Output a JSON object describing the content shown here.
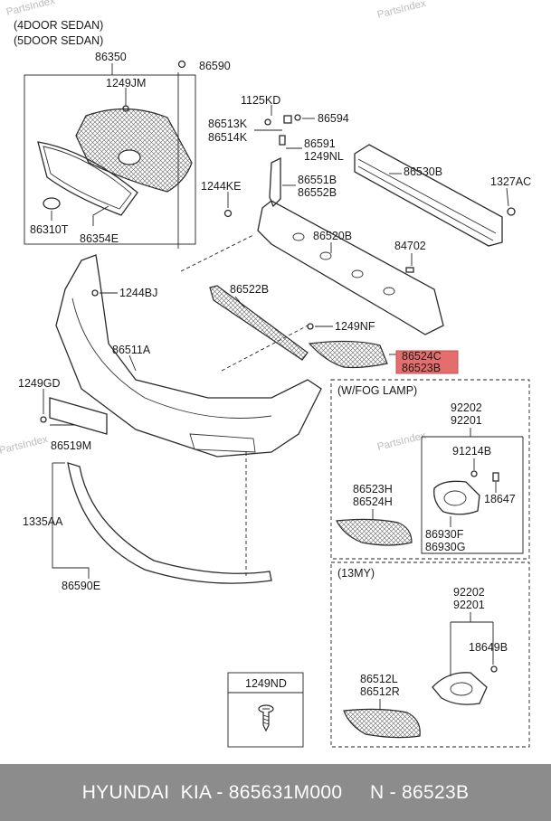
{
  "header": {
    "variant_line1": "(4DOOR SEDAN)",
    "variant_line2": "(5DOOR SEDAN)"
  },
  "watermark": "PartsIndex",
  "labels": {
    "p86350": "86350",
    "p86590": "86590",
    "p1249JM": "1249JM",
    "p1125KD": "1125KD",
    "p86513K": "86513K",
    "p86514K": "86514K",
    "p86594": "86594",
    "p86591": "86591",
    "p1249NL": "1249NL",
    "p86530B": "86530B",
    "p1327AC": "1327AC",
    "p1244KE": "1244KE",
    "p86551B": "86551B",
    "p86552B": "86552B",
    "p86310T": "86310T",
    "p86354E": "86354E",
    "p86520B": "86520B",
    "p84702": "84702",
    "p1244BJ": "1244BJ",
    "p86522B": "86522B",
    "p1249NF": "1249NF",
    "p86511A": "86511A",
    "p86524C": "86524C",
    "p86523B": "86523B",
    "p1249GD": "1249GD",
    "p86519M": "86519M",
    "p1335AA": "1335AA",
    "p86590E": "86590E"
  },
  "fog_lamp_box": {
    "title": "(W/FOG LAMP)",
    "p92202": "92202",
    "p92201": "92201",
    "p91214B": "91214B",
    "p18647": "18647",
    "p86523H": "86523H",
    "p86524H": "86524H",
    "p86930F": "86930F",
    "p86930G": "86930G"
  },
  "my13_box": {
    "title": "(13MY)",
    "p92202": "92202",
    "p92201": "92201",
    "p18649B": "18649B",
    "p86512L": "86512L",
    "p86512R": "86512R"
  },
  "screw_box": {
    "title": "1249ND"
  },
  "highlight": {
    "part": "86523B",
    "color": "#e46d6d"
  },
  "footer": {
    "text": "HYUNDAI  KIA - 865631M000     N - 86523B",
    "background": "#8c8c8c"
  }
}
